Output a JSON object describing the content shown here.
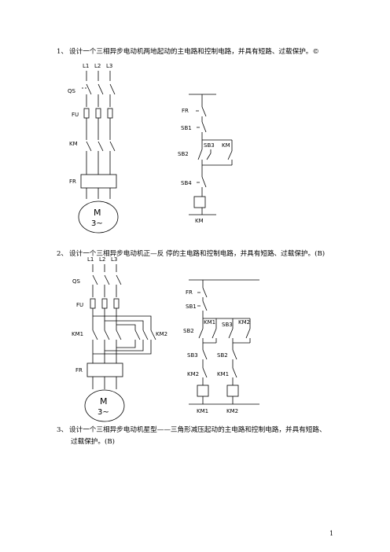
{
  "questions": [
    {
      "num": "1、",
      "text": "设计一个三相异步电动机两地起动的主电路和控制电路，并具有短路、过载保护。©"
    },
    {
      "num": "2、",
      "text": "设计一个三相异步电动机正—反 停的主电路和控制电路，并具有短路、过载保护。(B)"
    },
    {
      "num": "3、",
      "text": "设计一个三相异步电动机星型——三角形减压起动的主电路和控制电路，并具有短路、",
      "text_line2": "过载保护。(B)"
    }
  ],
  "diagram1": {
    "phases": [
      "L1",
      "L2",
      "L3"
    ],
    "qs": "QS",
    "fu": "FU",
    "km": "KM",
    "fr": "FR",
    "motor_m": "M",
    "motor_3": "3~",
    "ctrl": {
      "fr": "FR",
      "sb1": "SB1",
      "sb3": "SB3",
      "km_contact": "KM",
      "sb2": "SB2",
      "sb4": "SB4",
      "coil": "KM"
    }
  },
  "diagram2": {
    "phases": [
      "L1",
      "L2",
      "L3"
    ],
    "qs": "QS",
    "fu": "FU",
    "km1": "KM1",
    "km2": "KM2",
    "fr": "FR",
    "motor_m": "M",
    "motor_3": "3~",
    "ctrl": {
      "fr": "FR",
      "sb1": "SB1",
      "sb2": "SB2",
      "km1_contact": "KM1",
      "sb3": "SB3",
      "km2_contact": "KM2",
      "sb3_lower": "SB3",
      "sb2_lower": "SB2",
      "km2_inter": "KM2",
      "km1_inter": "KM1",
      "coil1": "KM1",
      "coil2": "KM2"
    }
  },
  "page_number": "1"
}
